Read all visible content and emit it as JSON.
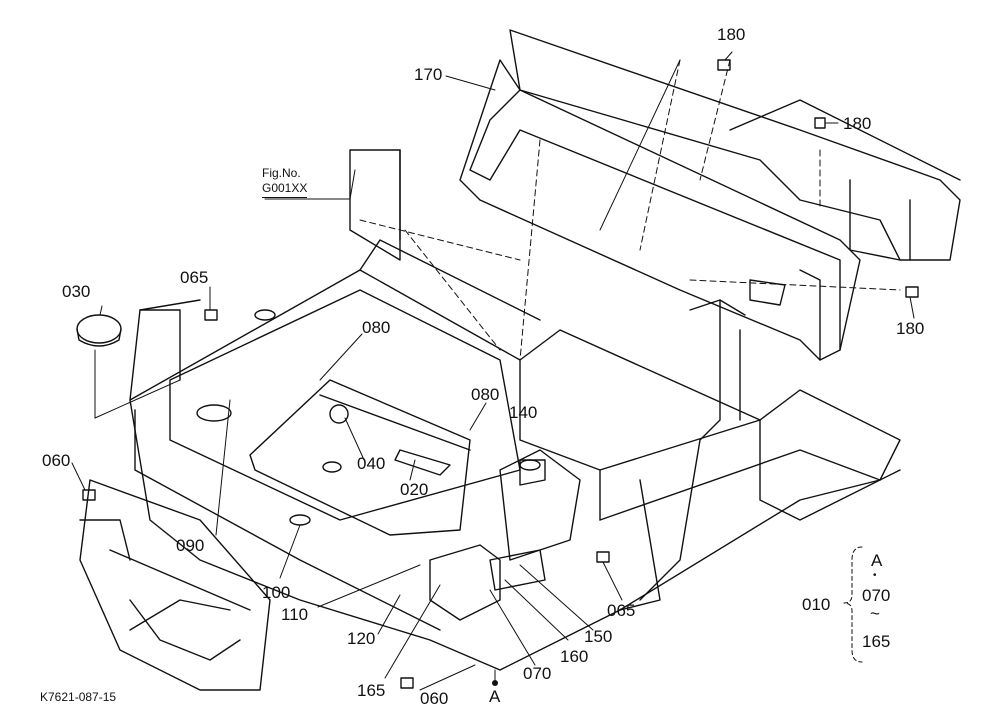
{
  "figure": {
    "ref_line1": "Fig.No.",
    "ref_line2": "G001XX",
    "code": "K7621-087-15"
  },
  "callouts": [
    {
      "id": "c170",
      "text": "170"
    },
    {
      "id": "c180a",
      "text": "180"
    },
    {
      "id": "c180b",
      "text": "180"
    },
    {
      "id": "c180c",
      "text": "180"
    },
    {
      "id": "c030",
      "text": "030"
    },
    {
      "id": "c065a",
      "text": "065"
    },
    {
      "id": "c080a",
      "text": "080"
    },
    {
      "id": "c080b",
      "text": "080"
    },
    {
      "id": "c140",
      "text": "140"
    },
    {
      "id": "c040",
      "text": "040"
    },
    {
      "id": "c020",
      "text": "020"
    },
    {
      "id": "c060a",
      "text": "060"
    },
    {
      "id": "c090",
      "text": "090"
    },
    {
      "id": "c100",
      "text": "100"
    },
    {
      "id": "c110",
      "text": "110"
    },
    {
      "id": "c120",
      "text": "120"
    },
    {
      "id": "c165a",
      "text": "165"
    },
    {
      "id": "c060b",
      "text": "060"
    },
    {
      "id": "cA",
      "text": "A"
    },
    {
      "id": "c070",
      "text": "070"
    },
    {
      "id": "c160",
      "text": "160"
    },
    {
      "id": "c150",
      "text": "150"
    },
    {
      "id": "c065b",
      "text": "065"
    }
  ],
  "group": {
    "label": "010",
    "top": "A",
    "dot": "•",
    "start": "070",
    "tilde": "~",
    "end": "165"
  }
}
